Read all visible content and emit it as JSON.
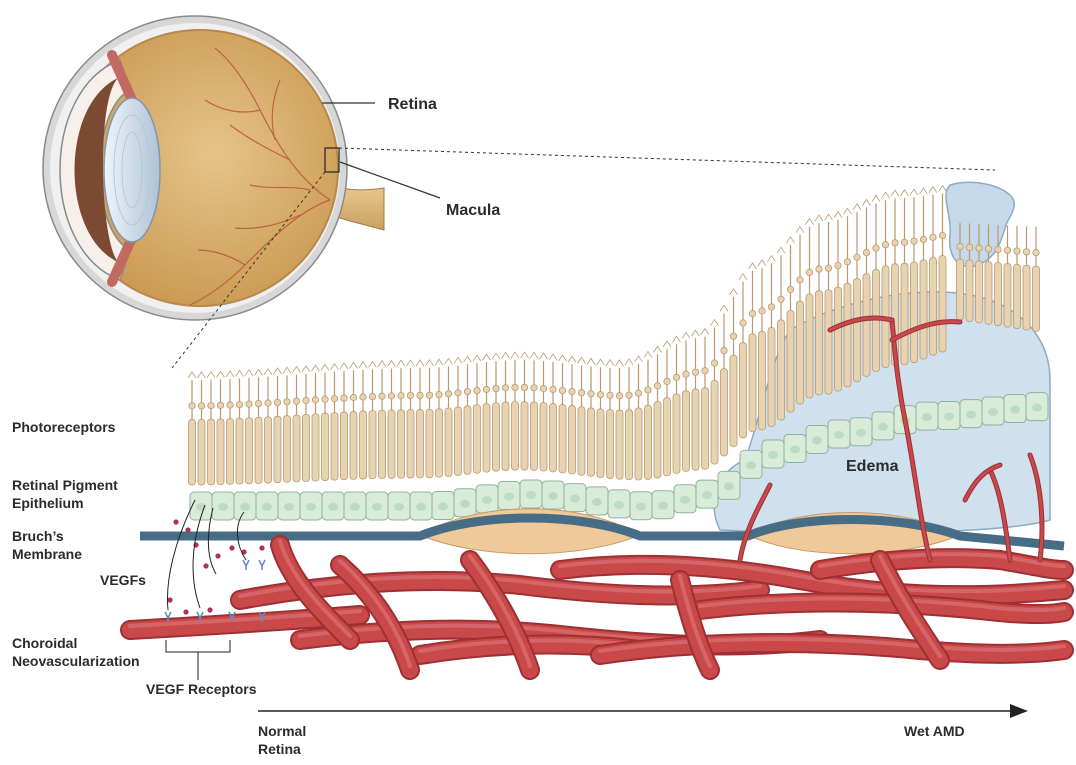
{
  "labels": {
    "retina": "Retina",
    "macula": "Macula",
    "photoreceptors": "Photoreceptors",
    "rpe_line1": "Retinal Pigment",
    "rpe_line2": "Epithelium",
    "bruch_line1": "Bruch’s",
    "bruch_line2": "Membrane",
    "vegfs": "VEGFs",
    "cnv_line1": "Choroidal",
    "cnv_line2": "Neovascularization",
    "vegf_receptors": "VEGF Receptors",
    "edema": "Edema",
    "axis_start_line1": "Normal",
    "axis_start_line2": "Retina",
    "axis_end": "Wet AMD"
  },
  "colors": {
    "photoreceptor": "#e8d3b0",
    "photoreceptor_outline": "#b89a6e",
    "rpe_cell": "#d9ecd9",
    "rpe_outline": "#8fb39a",
    "bruch_membrane": "#476c86",
    "drusen": "#efc99a",
    "edema": "#c9dcec",
    "edema_outline": "#8eaac4",
    "vessel": "#c9484a",
    "vessel_dark": "#9e2f33",
    "vegf_dot": "#b0305a",
    "vegf_receptor": "#5e8ec9",
    "eye_interior": "#d9b276",
    "eye_sclera": "#c9c9c9",
    "lens": "#c9d8e6",
    "iris": "#8e5a3e"
  }
}
